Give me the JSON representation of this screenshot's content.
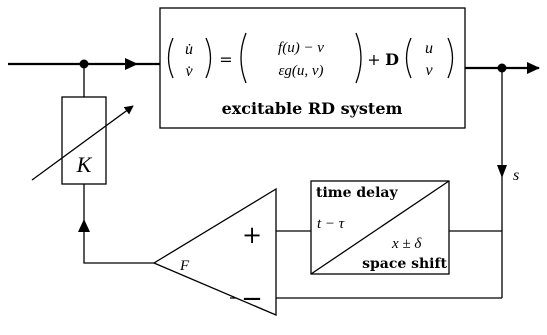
{
  "system_box": {
    "equation": {
      "lhs_top": "u̇",
      "lhs_bottom": "v̇",
      "equals": "=",
      "rhs_top": "f(u) − v",
      "rhs_bottom": "εg(u, v)",
      "plus": "+",
      "diffusion_matrix": "D",
      "vec_top": "u",
      "vec_bottom": "v"
    },
    "label": "excitable RD system"
  },
  "gain_label": "K",
  "output_signal_label": "s",
  "delay_box": {
    "top_label": "time delay",
    "time_expr": "t − τ",
    "space_expr": "x ± δ",
    "bottom_label": "space shift"
  },
  "amplifier": {
    "label": "F",
    "plus_sign": "+",
    "minus_sign": "−"
  }
}
